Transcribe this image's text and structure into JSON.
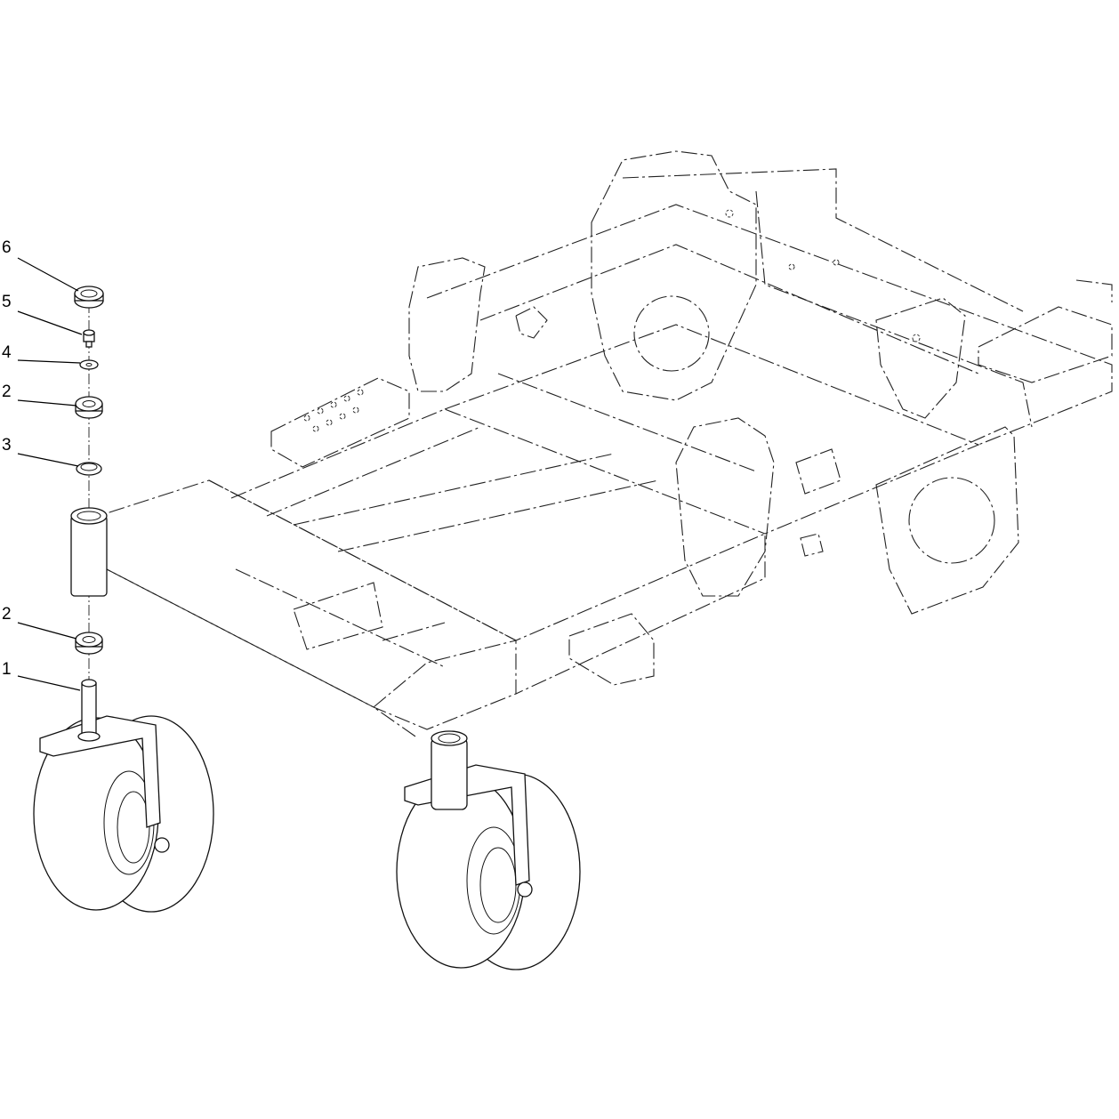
{
  "callouts": [
    {
      "id": "c6",
      "label": "6"
    },
    {
      "id": "c5",
      "label": "5"
    },
    {
      "id": "c4",
      "label": "4"
    },
    {
      "id": "c2a",
      "label": "2"
    },
    {
      "id": "c3",
      "label": "3"
    },
    {
      "id": "c2b",
      "label": "2"
    },
    {
      "id": "c1",
      "label": "1"
    }
  ]
}
